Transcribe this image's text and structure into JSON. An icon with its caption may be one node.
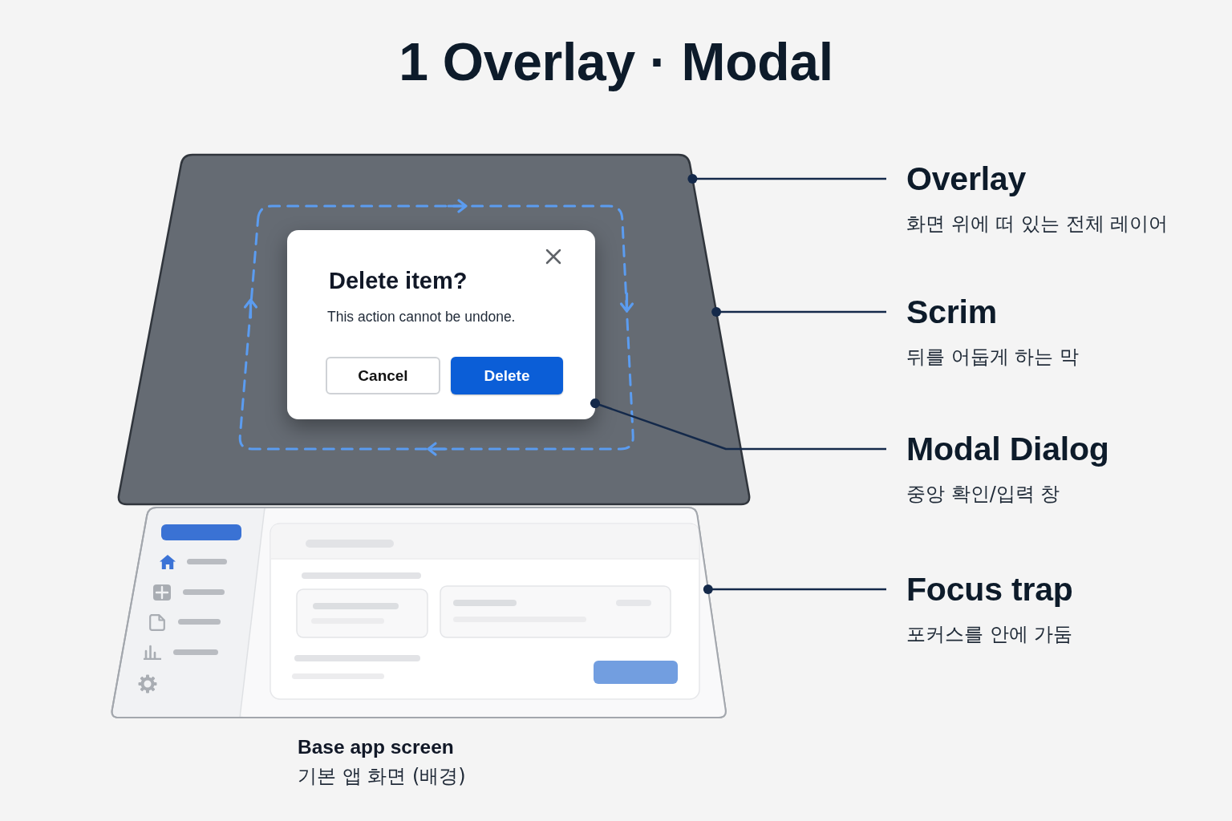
{
  "diagram": {
    "title": "1 Overlay · Modal",
    "nodes": [
      {
        "text": [],
        "shape": "box"
      },
      {
        "text": [
          "Delete item?",
          "This action cannot be undone."
        ],
        "in": 0
      },
      {
        "text": [
          "Cancel"
        ],
        "in": 1
      },
      {
        "text": [
          "Delete"
        ],
        "in": 1
      },
      {
        "text": [
          "Overlay",
          "화면 위에 떠 있는 전체 레이어"
        ]
      },
      {
        "text": [
          "Scrim",
          "뒤를 어둡게 하는 막"
        ]
      },
      {
        "text": [
          "Modal Dialog",
          "중앙 확인/입력 창"
        ]
      },
      {
        "text": [
          "Focus trap",
          "포커스를 안에 가둠"
        ]
      },
      {
        "text": [],
        "shape": "box",
        "beside": [
          "Base app screen",
          "기본 앱 화면 (배경)"
        ]
      }
    ],
    "edges": [
      {
        "from": 4,
        "to": 0,
        "arrow": "other"
      },
      {
        "from": 5,
        "to": 0,
        "arrow": "other"
      },
      {
        "from": 6,
        "to": 1,
        "arrow": "other"
      },
      {
        "from": 7,
        "to": 8,
        "arrow": "other"
      }
    ]
  }
}
